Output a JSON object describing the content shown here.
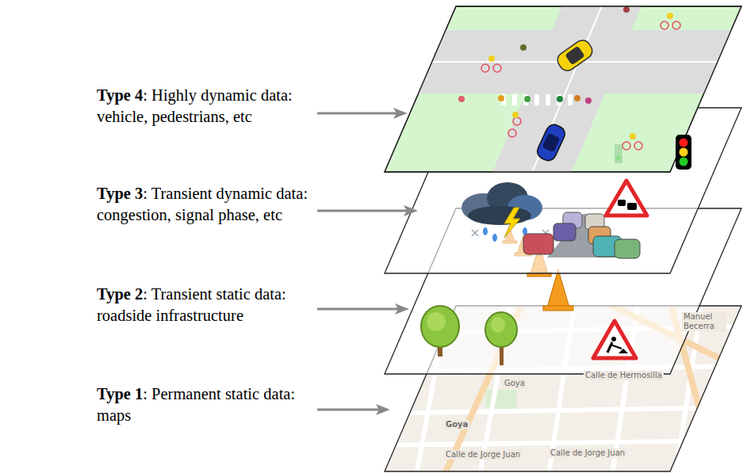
{
  "diagram": {
    "labels": [
      "Type 4",
      ": Highly dynamic data:",
      "vehicle, pedestrians, etc",
      "Type 3",
      ": Transient dynamic data:",
      "congestion, signal phase, etc",
      "Type 2",
      ": Transient static data:",
      "roadside infrastructure",
      "Type 1",
      ": Permanent static data:",
      "maps",
      "Manuel Becerra",
      "Calle de Hermosilla",
      "Goya",
      "Goya",
      "Calle de Jorge Juan",
      "Calle de Jorge Juan"
    ]
  }
}
